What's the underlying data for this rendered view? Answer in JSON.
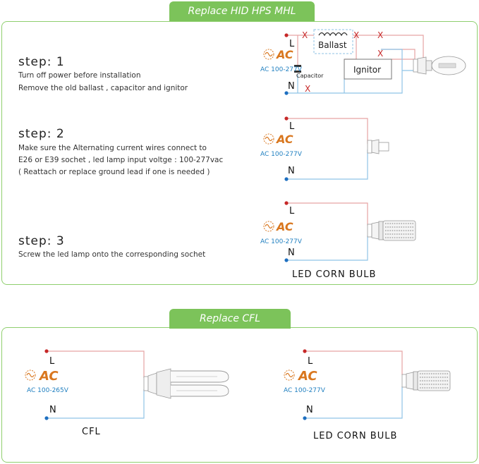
{
  "tabs": {
    "hid": "Replace   HID  HPS  MHL",
    "cfl": "Replace   CFL"
  },
  "steps": [
    {
      "title": "step: 1",
      "lines": [
        "Turn off power before installation",
        "Remove the old ballast , capacitor and ignitor"
      ]
    },
    {
      "title": "step: 2",
      "lines": [
        "Make sure the Alternating current wires connect to",
        " E26 or E39 sochet , led lamp input voltge : 100-277vac",
        " ( Reattach or replace ground lead if one is needed )"
      ]
    },
    {
      "title": "step: 3",
      "lines": [
        "Screw the led lamp onto the corresponding sochet"
      ]
    }
  ],
  "labels": {
    "L": "L",
    "N": "N",
    "ac": "AC",
    "ac_277": "AC 100-277V",
    "ac_265": "AC 100-265V",
    "ballast": "Ballast",
    "capacitor": "Capacitor",
    "ignitor": "Ignitor",
    "x_mark": "X"
  },
  "captions": {
    "led_corn_bulb": "LED  CORN  BULB",
    "cfl": "CFL"
  },
  "colors": {
    "panel_border": "#8fcf6e",
    "tab_bg": "#7cc35a",
    "live_wire": "#e7a3a3",
    "neutral_wire": "#8fc3e6",
    "live_dot": "#c62828",
    "neutral_dot": "#1e6fc0",
    "ac_text": "#d9771f",
    "ac_sub": "#1f7fc0",
    "x_mark": "#c62828"
  }
}
